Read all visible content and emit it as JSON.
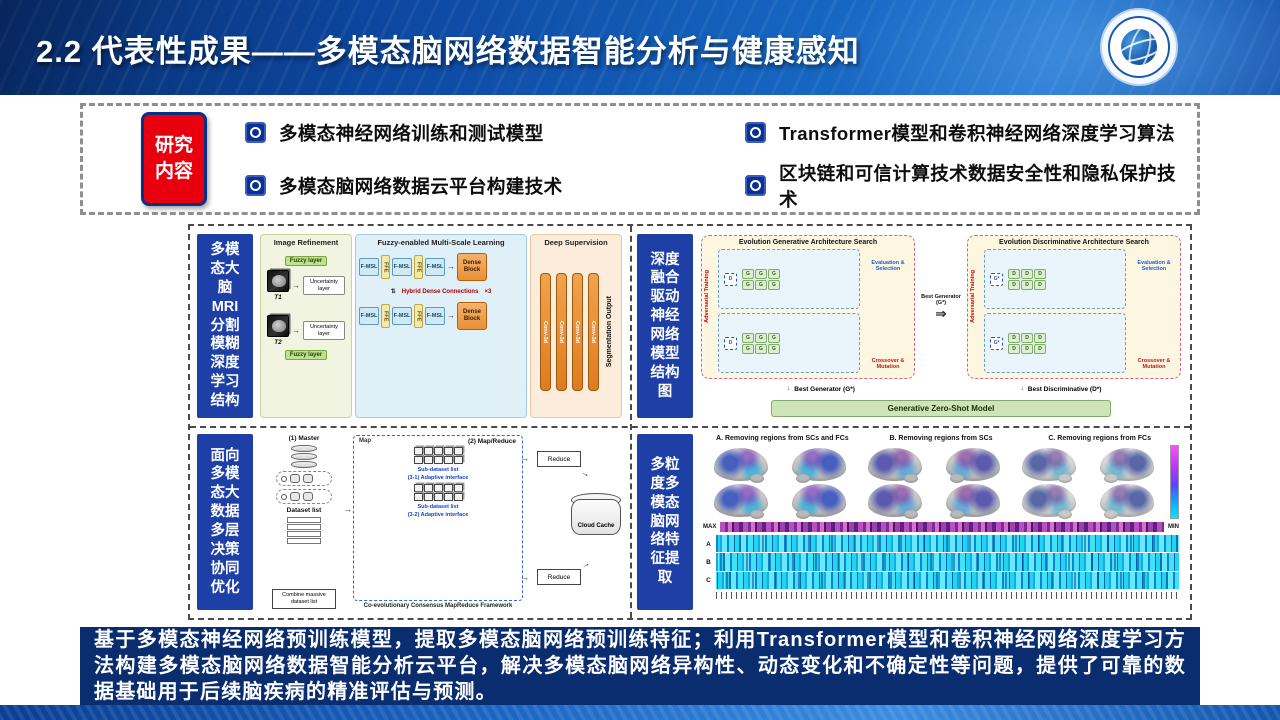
{
  "header": {
    "title": "2.2 代表性成果——多模态脑网络数据智能分析与健康感知"
  },
  "research": {
    "tab": "研究内容",
    "items": [
      {
        "label": "多模态神经网络训练和测试模型"
      },
      {
        "label": "Transformer模型和卷积神经网络深度学习算法"
      },
      {
        "label": "多模态脑网络数据云平台构建技术"
      },
      {
        "label": "区块链和可信计算技术数据安全性和隐私保护技术"
      }
    ]
  },
  "panels": {
    "q1": {
      "label": "多模\n态大\n脑\nMRI\n分割\n模糊\n深度\n学习\n结构",
      "sections": {
        "refine": "Image Refinement",
        "msl": "Fuzzy-enabled Multi-Scale Learning",
        "supervision": "Deep Supervision"
      },
      "fuzzy_layer": "Fuzzy layer",
      "uncertainty_layer": "Uncertainty layer",
      "t1": "T1",
      "t2": "T2",
      "fmsl": "F-MSL",
      "ffe": "FFE",
      "dense_block": "Dense Block",
      "conv_bar": "Conv-3d",
      "seg_output": "Segmentation Output",
      "times3": "×3",
      "hybrid": "Hybrid Dense Connections"
    },
    "q2": {
      "label": "深度\n融合\n驱动\n神经\n网络\n模型\n结构\n图",
      "left_title": "Evolution Generative Architecture Search",
      "right_title": "Evolution Discriminative Architecture Search",
      "eval_select": "Evaluation & Selection",
      "adv_training": "Adversarial Training",
      "crossover": "Crossover & Mutation",
      "best_generator": "Best Generator (G*)",
      "best_discriminative": "Best Discriminative (D*)",
      "zero_shot": "Generative Zero-Shot Model",
      "g_cell": "G",
      "d_cell": "D",
      "g_star": "G*"
    },
    "q3": {
      "label": "面向\n多模\n态大\n数据\n多层\n决策\n协同\n优化",
      "master": "(1) Master",
      "dataset_list": "Dataset list",
      "map_reduce": "(2) Map/Reduce",
      "map": "Map",
      "sub_dataset": "Sub-dataset list",
      "adaptive1": "(3-1) Adaptive interface",
      "adaptive2": "(3-2) Adaptive interface",
      "framework": "Co-evolutionary Consensus MapReduce Framework",
      "reduce": "Reduce",
      "cloud_cache": "Cloud Cache",
      "combine": "Combine massive dataset list"
    },
    "q4": {
      "label": "多粒\n度多\n模态\n脑网\n络特\n征提\n取",
      "col_a": "A. Removing regions from SCs and FCs",
      "col_b": "B. Removing regions from SCs",
      "col_c": "C. Removing regions from FCs",
      "max": "MAX",
      "min": "MIN",
      "row_a": "A",
      "row_b": "B",
      "row_c": "C"
    }
  },
  "summary": {
    "text": "基于多模态神经网络预训练模型，提取多模态脑网络预训练特征；利用Transformer模型和卷积神经网络深度学习方法构建多模态脑网络数据智能分析云平台，解决多模态脑网络异构性、动态变化和不确定性等问题，提供了可靠的数据基础用于后续脑疾病的精准评估与预测。"
  }
}
